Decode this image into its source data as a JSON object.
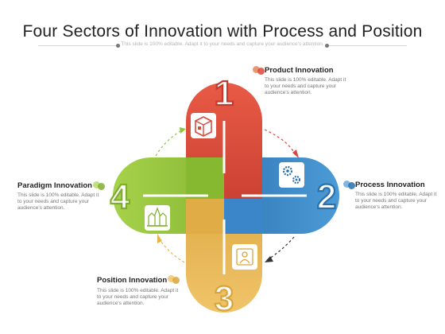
{
  "header": {
    "title": "Four Sectors of Innovation with Process and Position",
    "subtitle": "This slide is 100% editable. Adapt it to your needs and capture your audience's attention."
  },
  "sectors": [
    {
      "number": "1",
      "label": "Product Innovation",
      "desc": "This slide is 100% editable. Adapt it to your needs and capture your audience's attention.",
      "color": "#d9483b",
      "icon": "package-box-icon"
    },
    {
      "number": "2",
      "label": "Process Innovation",
      "desc": "This slide is 100% editable. Adapt it to your needs and capture your audience's attention.",
      "color": "#3a86c8",
      "icon": "gears-icon"
    },
    {
      "number": "3",
      "label": "Position Innovation",
      "desc": "This slide is 100% editable. Adapt it to your needs and capture your audience's attention.",
      "color": "#e8b44a",
      "icon": "person-target-icon"
    },
    {
      "number": "4",
      "label": "Paradigm Innovation",
      "desc": "This slide is 100% editable. Adapt it to your needs and capture your audience's attention.",
      "color": "#8cc63f",
      "icon": "castle-icon"
    }
  ]
}
